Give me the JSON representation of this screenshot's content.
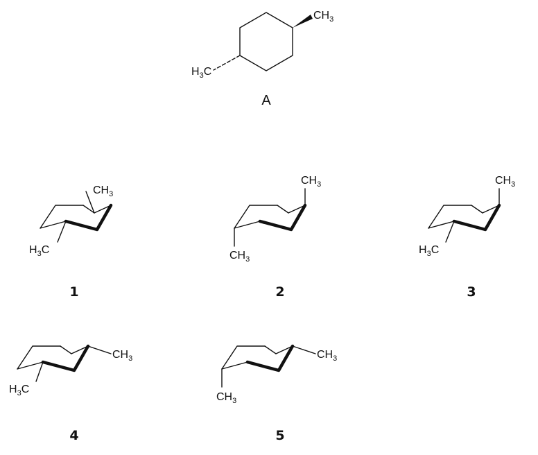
{
  "colors": {
    "ink": "#111111",
    "background": "#ffffff"
  },
  "top_structure": {
    "label": "A",
    "substituent_right": {
      "main": "CH",
      "sub": "3"
    },
    "substituent_left": {
      "pre": "H",
      "sub": "3",
      "post": "C"
    }
  },
  "chairs": [
    {
      "number": "1",
      "methyl_top": {
        "main": "CH",
        "sub": "3"
      },
      "methyl_bottom": {
        "pre": "H",
        "sub": "3",
        "post": "C"
      }
    },
    {
      "number": "2",
      "methyl_top": {
        "main": "CH",
        "sub": "3"
      },
      "methyl_bottom": {
        "main": "CH",
        "sub": "3"
      }
    },
    {
      "number": "3",
      "methyl_top": {
        "main": "CH",
        "sub": "3"
      },
      "methyl_bottom": {
        "pre": "H",
        "sub": "3",
        "post": "C"
      }
    },
    {
      "number": "4",
      "methyl_right": {
        "main": "CH",
        "sub": "3"
      },
      "methyl_bottom": {
        "pre": "H",
        "sub": "3",
        "post": "C"
      }
    },
    {
      "number": "5",
      "methyl_right": {
        "main": "CH",
        "sub": "3"
      },
      "methyl_bottom": {
        "main": "CH",
        "sub": "3"
      }
    }
  ]
}
